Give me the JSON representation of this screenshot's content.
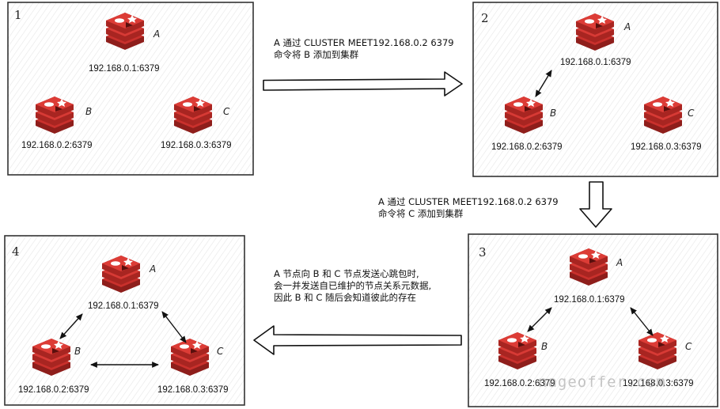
{
  "panels": [
    {
      "number": "1",
      "nodes": [
        {
          "name": "A",
          "addr": "192.168.0.1:6379"
        },
        {
          "name": "B",
          "addr": "192.168.0.2:6379"
        },
        {
          "name": "C",
          "addr": "192.168.0.3:6379"
        }
      ]
    },
    {
      "number": "2",
      "nodes": [
        {
          "name": "A",
          "addr": "192.168.0.1:6379"
        },
        {
          "name": "B",
          "addr": "192.168.0.2:6379"
        },
        {
          "name": "C",
          "addr": "192.168.0.3:6379"
        }
      ]
    },
    {
      "number": "3",
      "nodes": [
        {
          "name": "A",
          "addr": "192.168.0.1:6379"
        },
        {
          "name": "B",
          "addr": "192.168.0.2:6379"
        },
        {
          "name": "C",
          "addr": "192.168.0.3:6379"
        }
      ]
    },
    {
      "number": "4",
      "nodes": [
        {
          "name": "A",
          "addr": "192.168.0.1:6379"
        },
        {
          "name": "B",
          "addr": "192.168.0.2:6379"
        },
        {
          "name": "C",
          "addr": "192.168.0.3:6379"
        }
      ]
    }
  ],
  "captions": {
    "step1": [
      "A 通过 CLUSTER MEET192.168.0.2 6379",
      "命令将 B 添加到集群"
    ],
    "step2": [
      "A 通过 CLUSTER MEET192.168.0.2 6379",
      "命令将 C 添加到集群"
    ],
    "step3": [
      "A 节点向 B 和 C 节点发送心跳包时,",
      "会一并发送自已维护的节点关系元数据,",
      "因此 B 和 C 随后会知道彼此的存在"
    ]
  },
  "watermark": "nageoffer.com",
  "colors": {
    "redis_red": "#c9302c",
    "redis_dark": "#8e1e1b",
    "border": "#333333",
    "panel_fill": "#f7f7f7"
  }
}
